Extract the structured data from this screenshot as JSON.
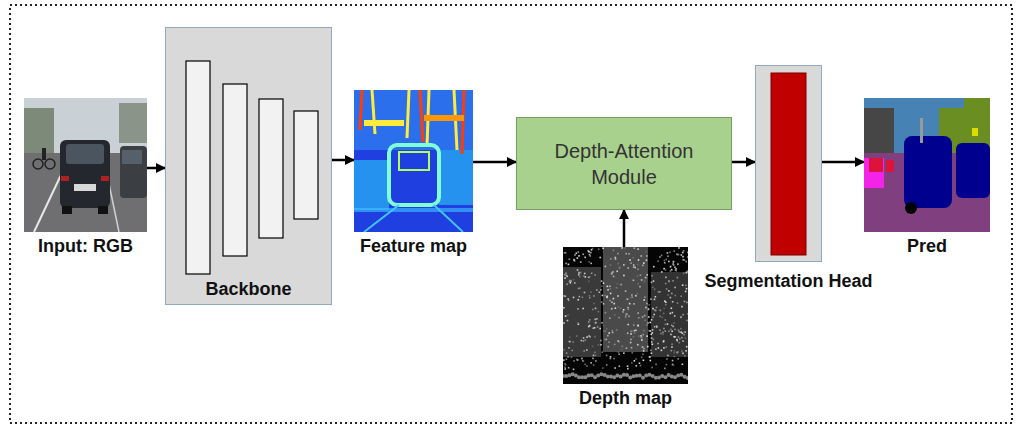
{
  "diagram": {
    "nodes": [
      {
        "text": [
          "Input: RGB"
        ]
      },
      {
        "text": [
          "Backbone"
        ]
      },
      {
        "text": [
          "Feature map"
        ]
      },
      {
        "text": [
          "Depth-Attention Module"
        ]
      },
      {
        "text": [
          "Depth map"
        ]
      },
      {
        "text": [
          "Segmentation Head"
        ]
      },
      {
        "text": [
          "Pred"
        ]
      }
    ],
    "edges": [
      {
        "from": 0,
        "to": 1,
        "arrow": "to"
      },
      {
        "from": 1,
        "to": 2,
        "arrow": "to"
      },
      {
        "from": 2,
        "to": 3,
        "arrow": "to"
      },
      {
        "from": 4,
        "to": 3,
        "arrow": "to"
      },
      {
        "from": 3,
        "to": 5,
        "arrow": "to"
      },
      {
        "from": 5,
        "to": 6,
        "arrow": "to"
      }
    ]
  }
}
